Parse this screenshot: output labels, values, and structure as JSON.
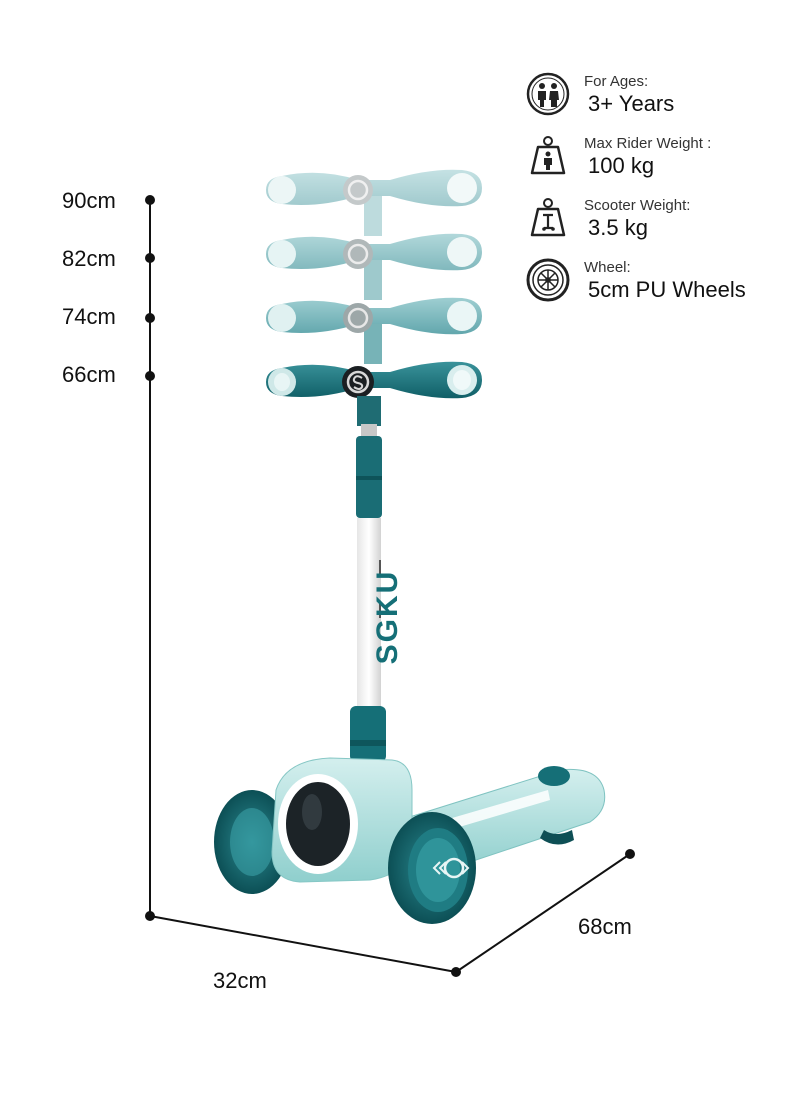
{
  "dimensions": {
    "heights": [
      "90cm",
      "82cm",
      "74cm",
      "66cm"
    ],
    "depth": "68cm",
    "width": "32cm"
  },
  "specs": [
    {
      "icon": "kids-icon",
      "caption": "For Ages:",
      "value": "3+ Years"
    },
    {
      "icon": "rider-weight-icon",
      "caption": "Max Rider Weight :",
      "value": "100 kg"
    },
    {
      "icon": "scooter-weight-icon",
      "caption": "Scooter Weight:",
      "value": "3.5 kg"
    },
    {
      "icon": "wheel-icon",
      "caption": "Wheel:",
      "value": "5cm PU Wheels"
    }
  ],
  "product": {
    "brand": "SGKU",
    "colors": {
      "teal_dark": "#156f77",
      "teal_mid": "#3f9aa2",
      "teal_light": "#bfe3e3",
      "mint": "#9fd8d6",
      "handle_faded": "#a9d6d6"
    }
  }
}
